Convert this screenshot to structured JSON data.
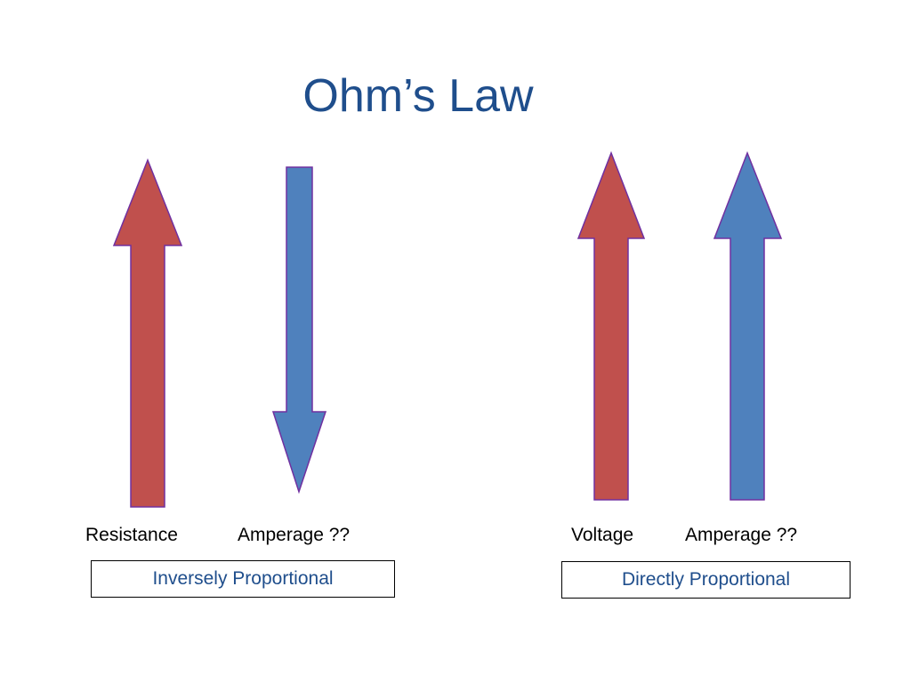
{
  "title": "Ohm’s Law",
  "colors": {
    "title": "#1f4e8c",
    "red_arrow": "#c0504d",
    "blue_arrow": "#4f81bd",
    "arrow_outline": "#7030a0",
    "box_text": "#1f4e8c"
  },
  "left_group": {
    "arrow1": {
      "direction": "up",
      "color": "red"
    },
    "arrow2": {
      "direction": "down",
      "color": "blue"
    },
    "label1": "Resistance",
    "label2": "Amperage ??",
    "relation": "Inversely Proportional"
  },
  "right_group": {
    "arrow1": {
      "direction": "up",
      "color": "red"
    },
    "arrow2": {
      "direction": "up",
      "color": "blue"
    },
    "label1": "Voltage",
    "label2": "Amperage ??",
    "relation": "Directly Proportional"
  }
}
